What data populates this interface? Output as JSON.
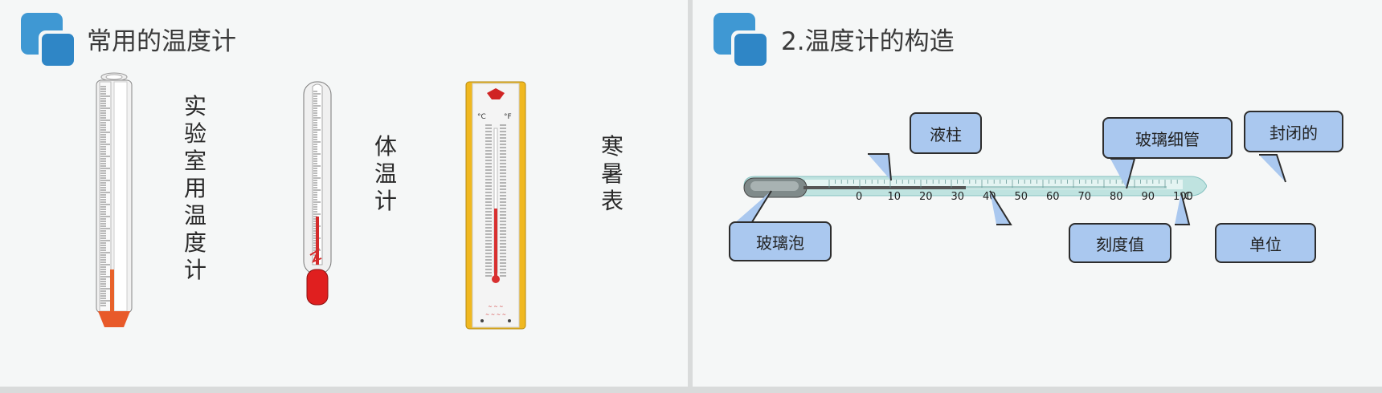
{
  "left": {
    "title": "常用的温度计",
    "labels": {
      "lab": "实验室用温度计",
      "clinical": "体温计",
      "weather": "寒暑表"
    }
  },
  "right": {
    "title": "2.温度计的构造",
    "callouts": {
      "liquid": "液柱",
      "tube": "玻璃细管",
      "sealed": "封闭的",
      "bulb": "玻璃泡",
      "scale": "刻度值",
      "unit": "单位"
    },
    "scale_ticks": [
      "0",
      "10",
      "20",
      "30",
      "40",
      "50",
      "60",
      "70",
      "80",
      "90",
      "100"
    ],
    "unit_mark": "C"
  },
  "colors": {
    "accent": "#3f98d3",
    "callout": "#aac8ef",
    "mercury": "#e0352b"
  }
}
